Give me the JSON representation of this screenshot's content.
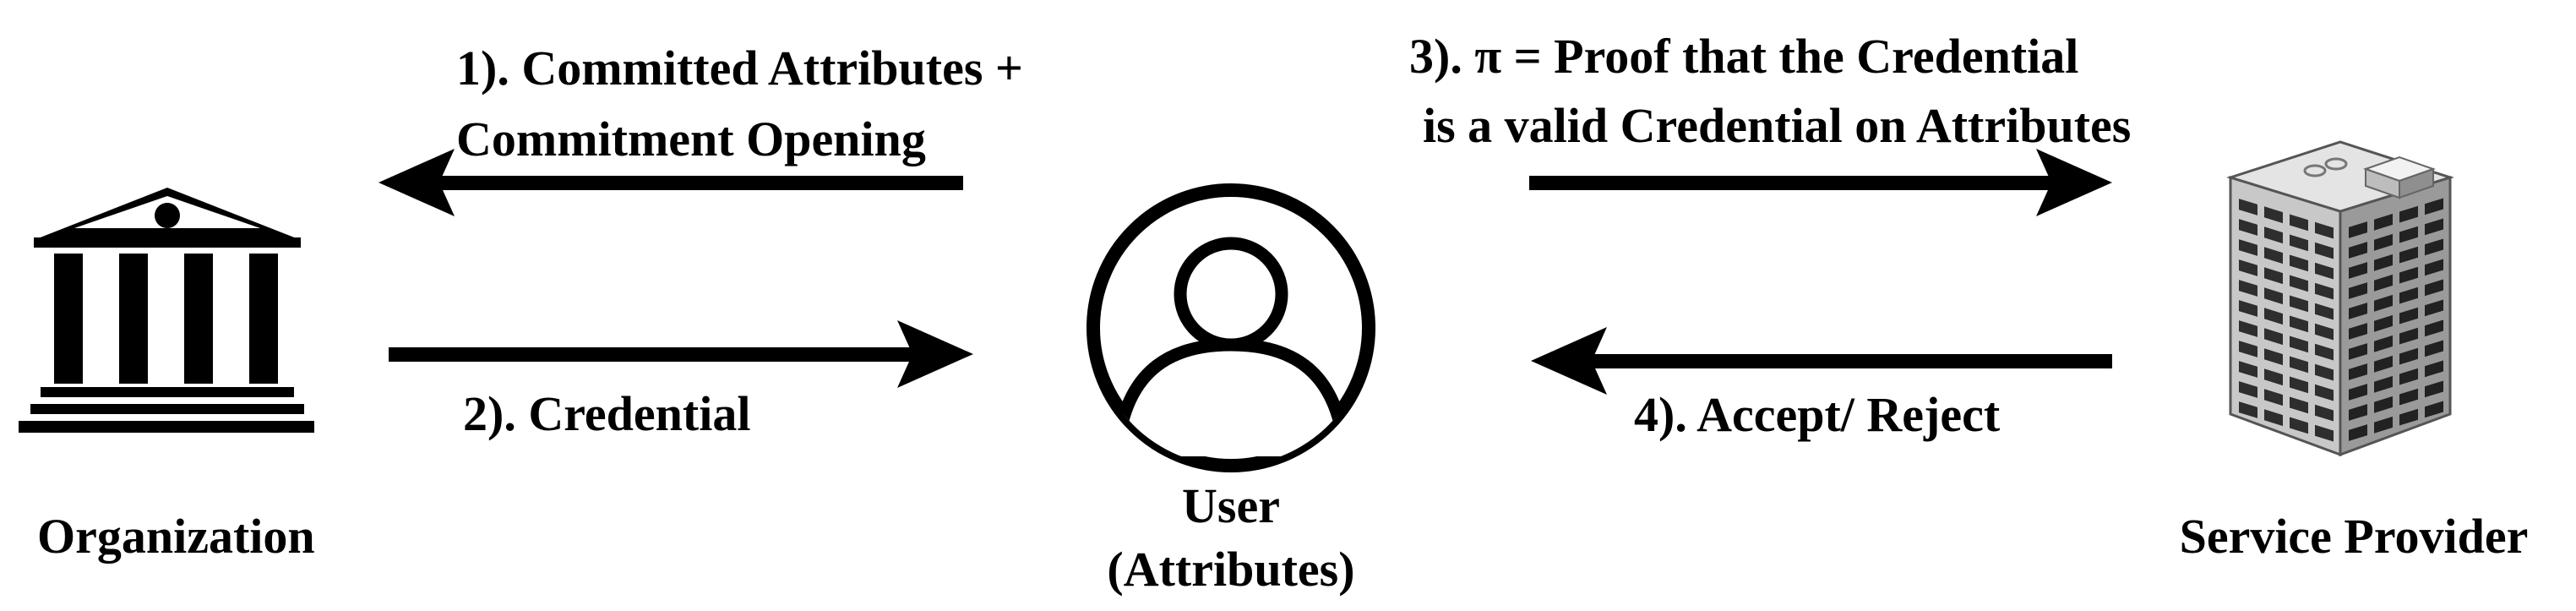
{
  "nodes": {
    "organization": {
      "label": "Organization",
      "icon": "bank-building-icon"
    },
    "user": {
      "label_line1": "User",
      "label_line2": "(Attributes)",
      "icon": "user-avatar-icon"
    },
    "service_provider": {
      "label": "Service Provider",
      "icon": "office-tower-icon"
    }
  },
  "edges": {
    "step1": {
      "line1": "1). Committed Attributes +",
      "line2": "Commitment Opening",
      "from": "user",
      "to": "organization"
    },
    "step2": {
      "line1": "2). Credential",
      "from": "organization",
      "to": "user"
    },
    "step3": {
      "line1": "3). π = Proof that the Credential",
      "line2": "is a valid Credential on Attributes",
      "from": "user",
      "to": "service_provider"
    },
    "step4": {
      "line1": "4). Accept/ Reject",
      "from": "service_provider",
      "to": "user"
    }
  }
}
